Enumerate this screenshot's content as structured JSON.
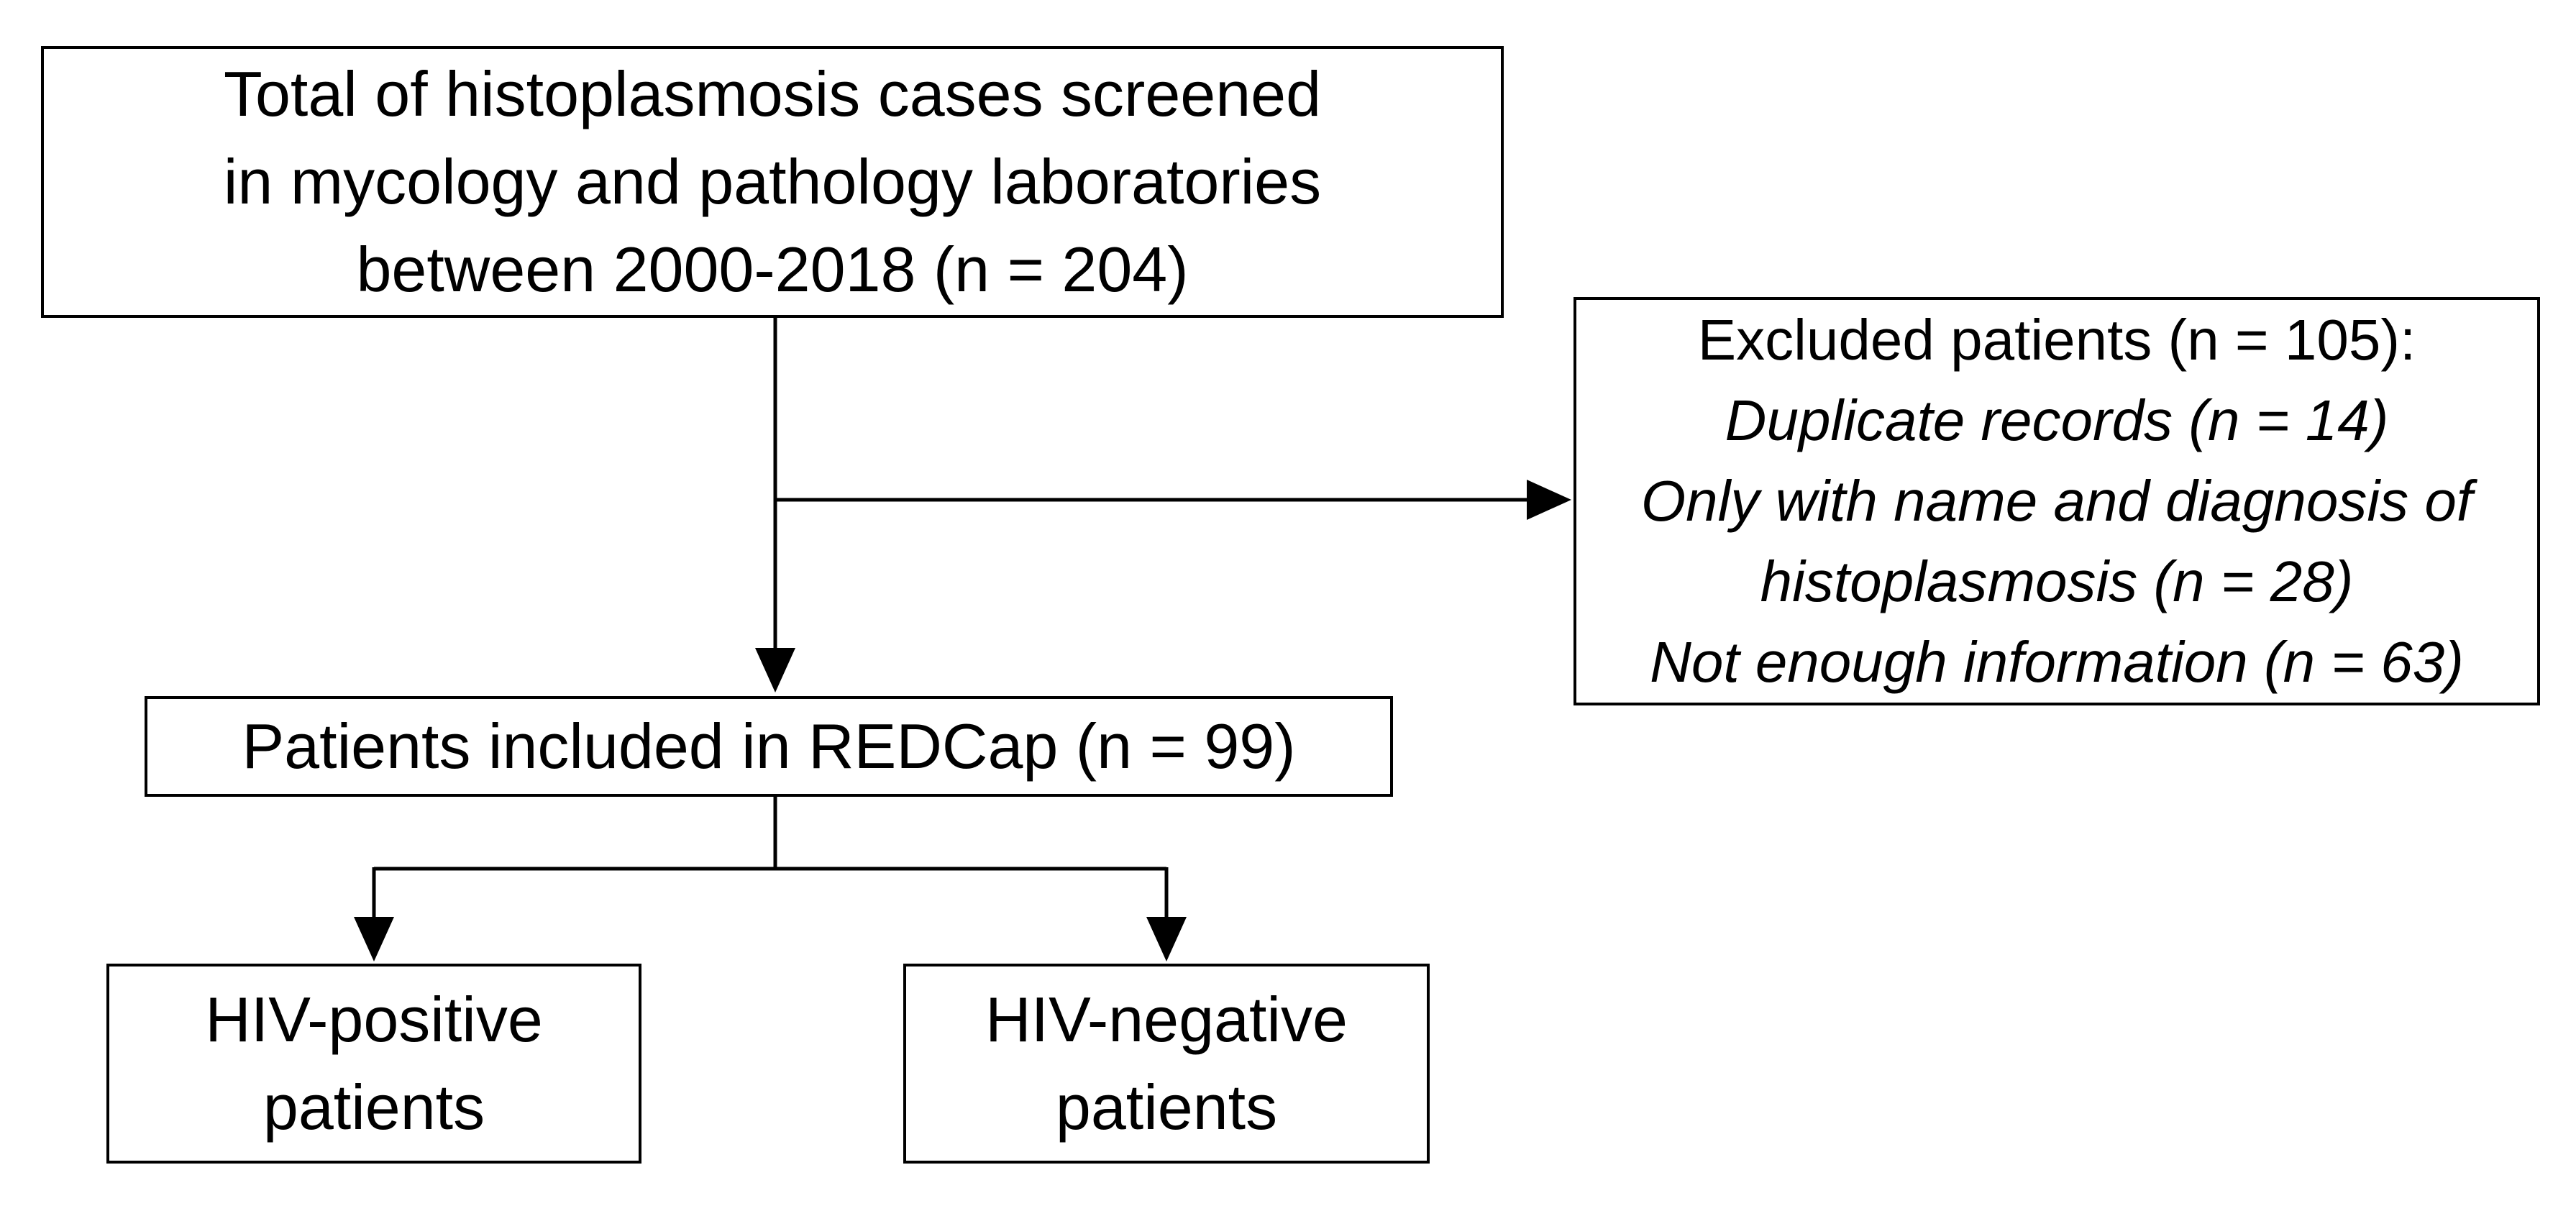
{
  "figure": {
    "type": "patient-flow-diagram",
    "background": "#ffffff",
    "ink": "#000000",
    "nodes": {
      "screened": {
        "id": "screened_total",
        "lines": [
          "Total of histoplasmosis cases screened",
          "in mycology and pathology laboratories",
          "between 2000-2018 (n = 204)"
        ],
        "n": 204
      },
      "excluded": {
        "id": "excluded_patients",
        "title": "Excluded patients (n = 105):",
        "n": 105,
        "reasons": [
          "Duplicate records (n = 14)",
          "Only with name and diagnosis of histoplasmosis (n = 28)",
          "Not enough information (n = 63)"
        ],
        "reason_counts": [
          14,
          28,
          63
        ]
      },
      "included": {
        "id": "included_redcap",
        "label": "Patients included in REDCap (n = 99)",
        "n": 99
      },
      "hiv_positive": {
        "id": "hiv_positive",
        "label": "HIV-positive patients"
      },
      "hiv_negative": {
        "id": "hiv_negative",
        "label": "HIV-negative patients"
      }
    },
    "edges": [
      {
        "from": "screened_total",
        "to": "excluded_patients",
        "type": "arrow"
      },
      {
        "from": "screened_total",
        "to": "included_redcap",
        "type": "arrow"
      },
      {
        "from": "included_redcap",
        "to": "hiv_positive",
        "type": "arrow"
      },
      {
        "from": "included_redcap",
        "to": "hiv_negative",
        "type": "arrow"
      }
    ]
  }
}
